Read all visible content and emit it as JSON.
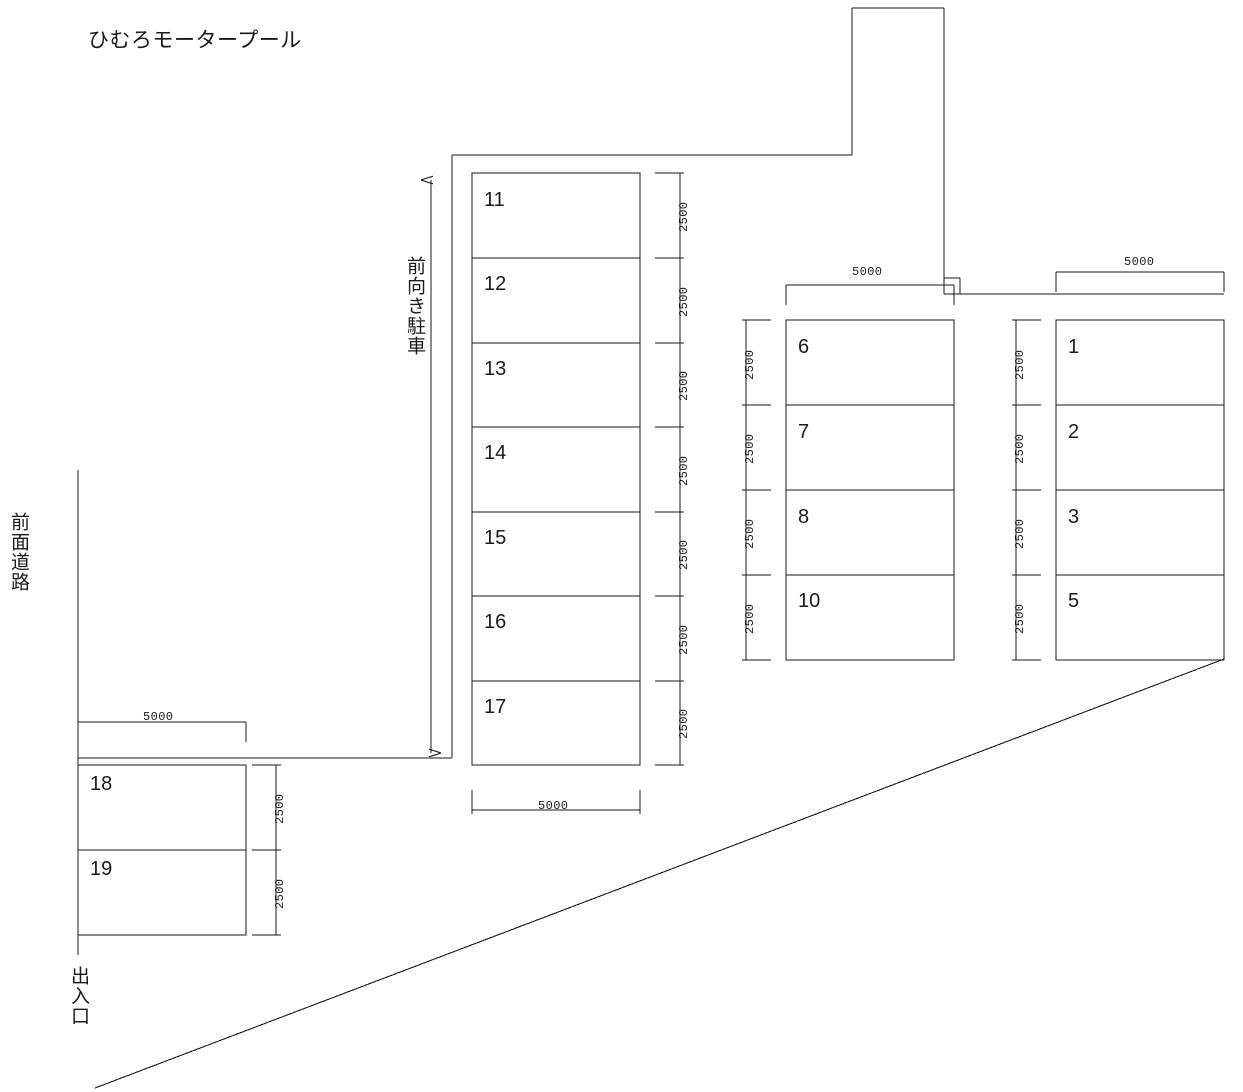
{
  "plan": {
    "title": "ひむろモータープール",
    "annotations": {
      "front_road": "前面道路",
      "forward_parking": "前向き駐車",
      "entrance_exit": "出入口"
    },
    "dimension_values": {
      "stall_width": "5000",
      "stall_depth": "2500"
    },
    "colors": {
      "line": "#1a1a1a",
      "background": "#ffffff",
      "text": "#1a1a1a"
    },
    "blocks": [
      {
        "id": "block-main",
        "name": "main-column",
        "width_label": "5000",
        "stalls": [
          "11",
          "12",
          "13",
          "14",
          "15",
          "16",
          "17"
        ],
        "depth_labels": [
          "2500",
          "2500",
          "2500",
          "2500",
          "2500",
          "2500",
          "2500"
        ]
      },
      {
        "id": "block-middle",
        "name": "middle-column",
        "width_label": "5000",
        "stalls": [
          "6",
          "7",
          "8",
          "10"
        ],
        "depth_labels": [
          "2500",
          "2500",
          "2500",
          "2500"
        ]
      },
      {
        "id": "block-right",
        "name": "right-column",
        "width_label": "5000",
        "stalls": [
          "1",
          "2",
          "3",
          "5"
        ],
        "depth_labels": [
          "2500",
          "2500",
          "2500",
          "2500"
        ]
      },
      {
        "id": "block-lower-left",
        "name": "lower-left-column",
        "width_label": "5000",
        "stalls": [
          "18",
          "19"
        ],
        "depth_labels": [
          "2500",
          "2500"
        ]
      }
    ]
  }
}
